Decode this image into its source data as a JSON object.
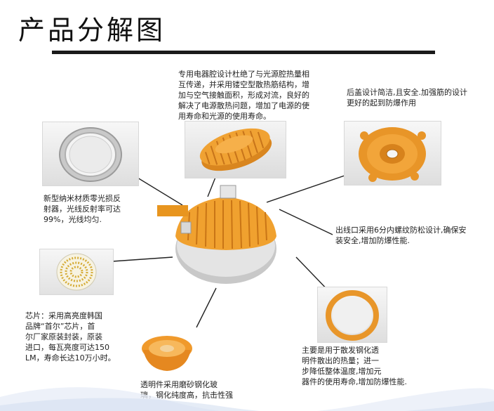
{
  "page": {
    "title": "产品分解图"
  },
  "callouts": {
    "top_center": "专用电器腔设计杜绝了与光源腔热量相\n互传递，并采用镂空型散热筋结构，增\n加与空气接触面积，形成对流，良好的\n解决了电源散热问题，增加了电源的使\n用寿命和光源的使用寿命。",
    "top_right": "后盖设计简洁,且安全.加强筋的设计\n更好的起到防爆作用",
    "left_reflector": "新型纳米材质零光损反\n射器，光线反射率可达\n99%，光线均匀.",
    "right_cable": "出线口采用6分内螺纹防松设计,确保安\n装安全,增加防爆性能.",
    "left_chip": "芯片：采用高亮度韩国\n品牌“首尔”芯片，首\n尔厂家原装封装，原装\n进口，每瓦亮度可达150\nLM，寿命长达10万小时。",
    "right_ring": "主要是用于散发钢化透\n明件散出的热量；进一\n步降低整体温度,增加元\n器件的使用寿命,增加防爆性能.",
    "bottom_glass": "透明件采用磨砂钢化玻\n璃，钢化纯度高，抗击性强"
  }
}
